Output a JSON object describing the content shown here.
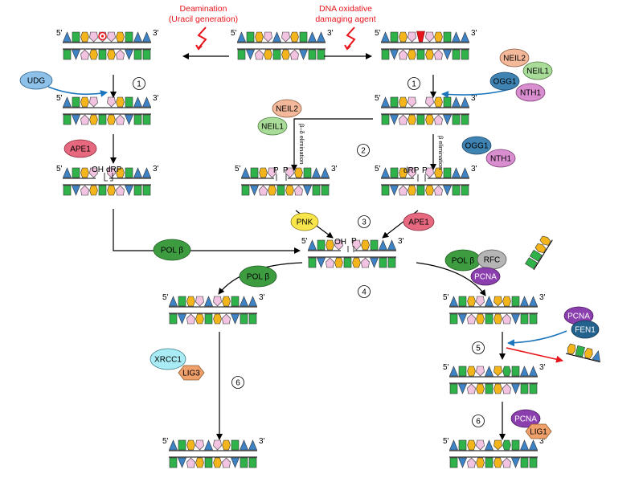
{
  "triggers": {
    "deamination": [
      "Deamination",
      "(Uracil generation)"
    ],
    "oxidative": [
      "DNA oxidative",
      "damaging agent"
    ]
  },
  "strand_ends": {
    "five": "5'",
    "three": "3'"
  },
  "steps": [
    "1",
    "1",
    "2",
    "3",
    "4",
    "5",
    "6",
    "6"
  ],
  "enzymes": {
    "udg": "UDG",
    "ape1": "APE1",
    "neil2": "NEIL2",
    "neil1": "NEIL1",
    "ogg1": "OGG1",
    "nth1": "NTH1",
    "pnk": "PNK",
    "pol_beta": "POL β",
    "rfc": "RFC",
    "pcna": "PCNA",
    "fen1": "FEN1",
    "xrcc1": "XRCC1",
    "lig3": "LIG3",
    "lig1": "LIG1"
  },
  "nick_labels": {
    "oh": "OH",
    "drp": "dRP",
    "p": "P",
    "beta_delta": "β–δ elimination",
    "beta": "β elimination"
  },
  "colors": {
    "trigger_red": "#e8141b",
    "arrow_blue": "#1b75bc",
    "arrow_red": "#e8141b",
    "base_blue": "#3d83c5",
    "base_green": "#2fb24a",
    "base_yellow": "#f3b51b",
    "base_pink": "#f2c4e2",
    "lesion_red": "#e8141b",
    "udg": "#8ec1ea",
    "ape1": "#e6697f",
    "neil2": "#f4b89a",
    "neil1": "#a9dc98",
    "ogg1": "#3f83b2",
    "nth1": "#d98ed0",
    "pnk": "#f8e54c",
    "pol_beta": "#3d9b40",
    "rfc": "#b5b5b5",
    "pcna": "#8b3fae",
    "fen1": "#24628e",
    "xrcc1": "#a9ecf5",
    "lig3": "#f0a06a",
    "lig1": "#f0a06a"
  }
}
